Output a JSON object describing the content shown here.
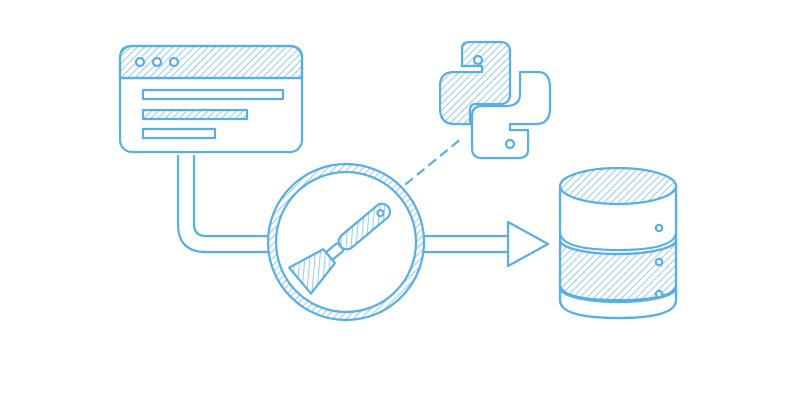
{
  "colors": {
    "stroke": "#5aaee6",
    "hatch": "#7cc0ea",
    "background": "#ffffff"
  },
  "nodes": [
    {
      "id": "browser-window",
      "icon": "browser-window-icon"
    },
    {
      "id": "scraper",
      "icon": "scraper-spatula-icon"
    },
    {
      "id": "python",
      "icon": "python-logo-icon"
    },
    {
      "id": "database",
      "icon": "database-cylinder-icon"
    }
  ],
  "edges": [
    {
      "from": "browser-window",
      "to": "scraper",
      "style": "solid-pipe"
    },
    {
      "from": "scraper",
      "to": "database",
      "style": "solid-arrow"
    },
    {
      "from": "scraper",
      "to": "python",
      "style": "dashed"
    }
  ]
}
